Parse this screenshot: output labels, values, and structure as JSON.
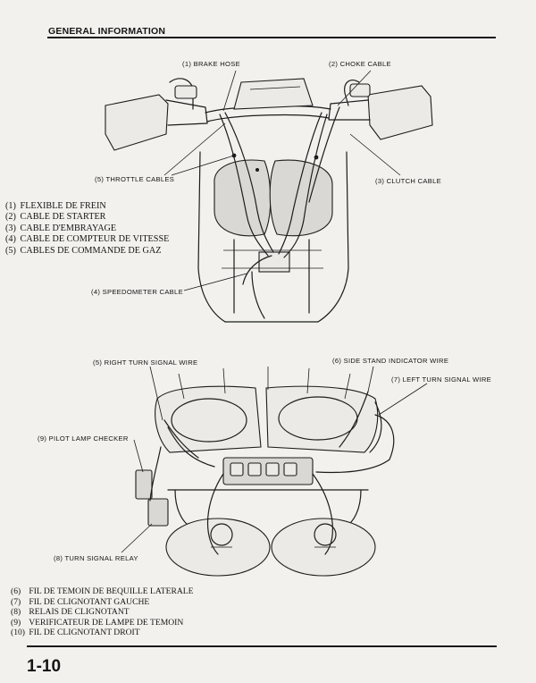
{
  "header": {
    "title": "GENERAL INFORMATION"
  },
  "top_diagram": {
    "callouts": {
      "brake_hose": "(1) BRAKE HOSE",
      "choke_cable": "(2) CHOKE CABLE",
      "throttle_cables": "(5) THROTTLE CABLES",
      "clutch_cable": "(3) CLUTCH CABLE",
      "speedometer_cable": "(4) SPEEDOMETER CABLE"
    },
    "legend": [
      {
        "num": "(1)",
        "text": "FLEXIBLE DE FREIN"
      },
      {
        "num": "(2)",
        "text": "CABLE DE STARTER"
      },
      {
        "num": "(3)",
        "text": "CABLE D'EMBRAYAGE"
      },
      {
        "num": "(4)",
        "text": "CABLE DE COMPTEUR DE VITESSE"
      },
      {
        "num": "(5)",
        "text": "CABLES DE COMMANDE DE GAZ"
      }
    ]
  },
  "bottom_diagram": {
    "callouts": {
      "right_turn_signal_wire": "(5) RIGHT TURN SIGNAL WIRE",
      "side_stand_indicator_wire": "(6) SIDE STAND INDICATOR WIRE",
      "left_turn_signal_wire": "(7) LEFT TURN SIGNAL WIRE",
      "pilot_lamp_checker": "(9) PILOT LAMP CHECKER",
      "turn_signal_relay": "(8) TURN SIGNAL RELAY"
    },
    "legend": [
      {
        "num": "(6)",
        "text": "FIL DE TEMOIN DE BEQUILLE LATERALE"
      },
      {
        "num": "(7)",
        "text": "FIL DE CLIGNOTANT GAUCHE"
      },
      {
        "num": "(8)",
        "text": "RELAIS DE CLIGNOTANT"
      },
      {
        "num": "(9)",
        "text": "VERIFICATEUR DE LAMPE DE TEMOIN"
      },
      {
        "num": "(10)",
        "text": "FIL DE CLIGNOTANT DROIT"
      }
    ]
  },
  "footer": {
    "page_number": "1-10"
  }
}
